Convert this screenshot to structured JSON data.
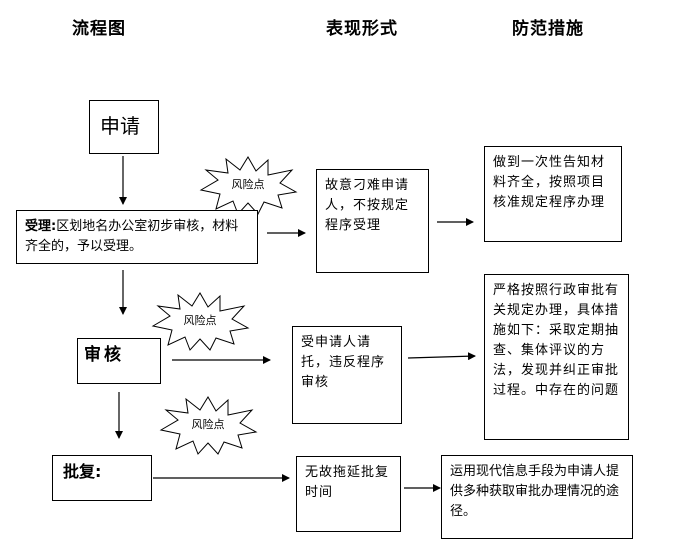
{
  "headers": {
    "flow": "流程图",
    "manifest": "表现形式",
    "prevent": "防范措施"
  },
  "risk_label": "风险点",
  "steps": [
    {
      "name": "申请"
    },
    {
      "name_bold": "受理:",
      "desc": "区划地名办公室初步审核，材料齐全的，予以受理。"
    },
    {
      "name": "审核"
    },
    {
      "name": "批复:"
    }
  ],
  "manifests": [
    "故意刁难申请人，不按规定程序受理",
    "受申请人请托，违反程序审核",
    "无故拖延批复时间"
  ],
  "preventions": [
    "做到一次性告知材料齐全，按照项目核准规定程序办理",
    "严格按照行政审批有关规定办理，具体措施如下：采取定期抽查、集体评议的方法，发现并纠正审批过程。中存在的问题",
    "运用现代信息手段为申请人提供多种获取审批办理情况的途径。"
  ]
}
